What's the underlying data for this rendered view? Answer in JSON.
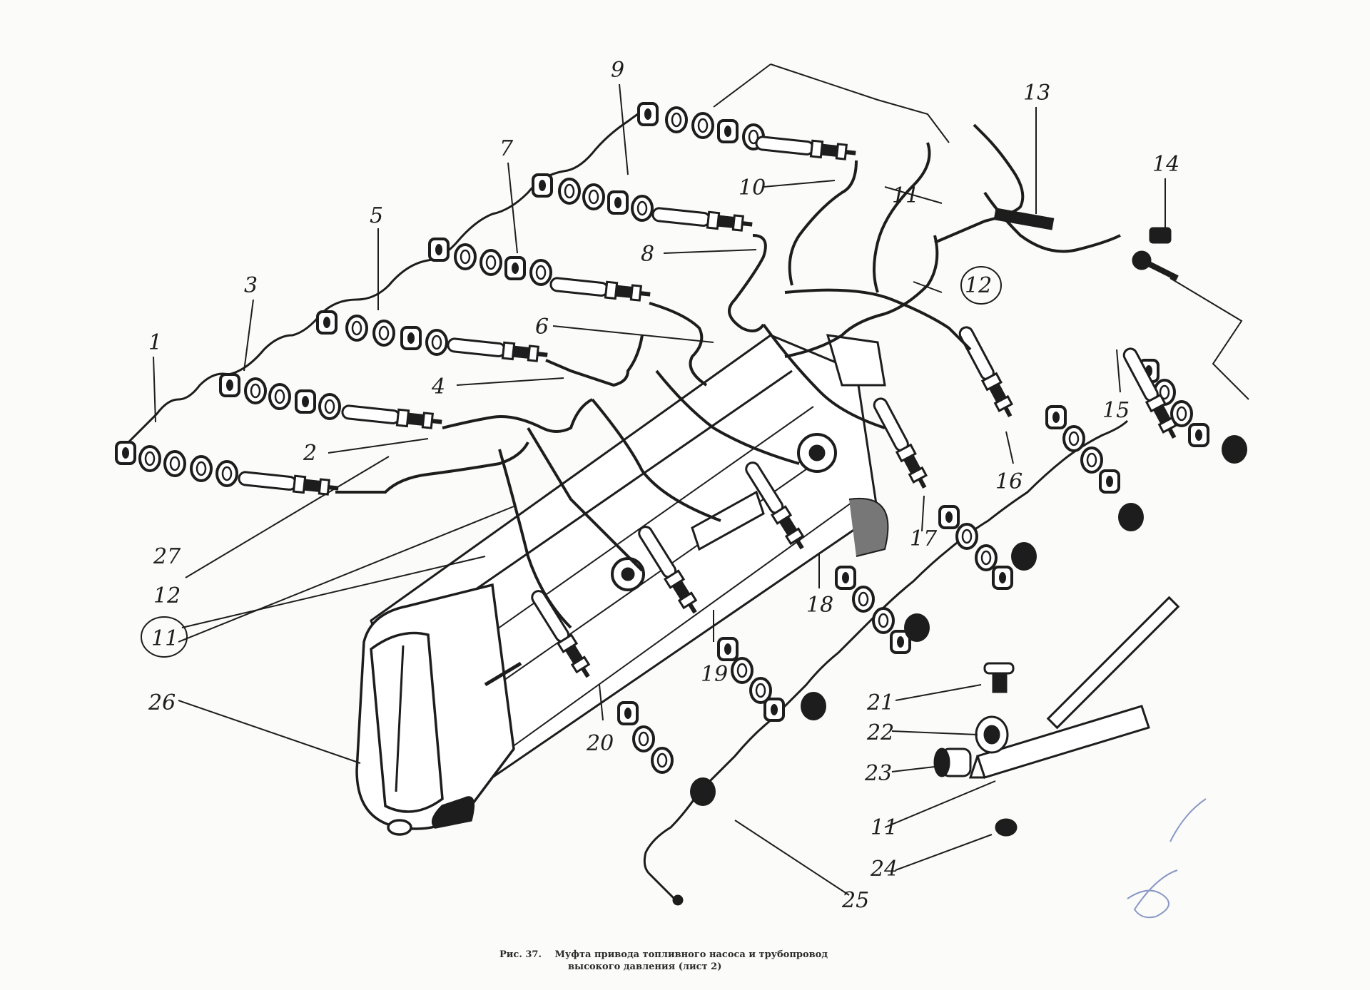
{
  "figure": {
    "caption_number": "Рис. 37.",
    "caption_line1": "Муфта привода топливного насоса и трубопровод",
    "caption_line2": "высокого давления (лист 2)"
  },
  "callouts": [
    "1",
    "2",
    "3",
    "4",
    "5",
    "6",
    "7",
    "8",
    "9",
    "10",
    "11",
    "12",
    "13",
    "14",
    "15",
    "16",
    "17",
    "18",
    "19",
    "20",
    "21",
    "22",
    "23",
    "24",
    "25",
    "26",
    "27",
    "12",
    "11",
    "11",
    "12"
  ],
  "colors": {
    "ink": "#1d1d1d",
    "paper": "#fbfbf9",
    "stamp": "#5a6fb0"
  }
}
